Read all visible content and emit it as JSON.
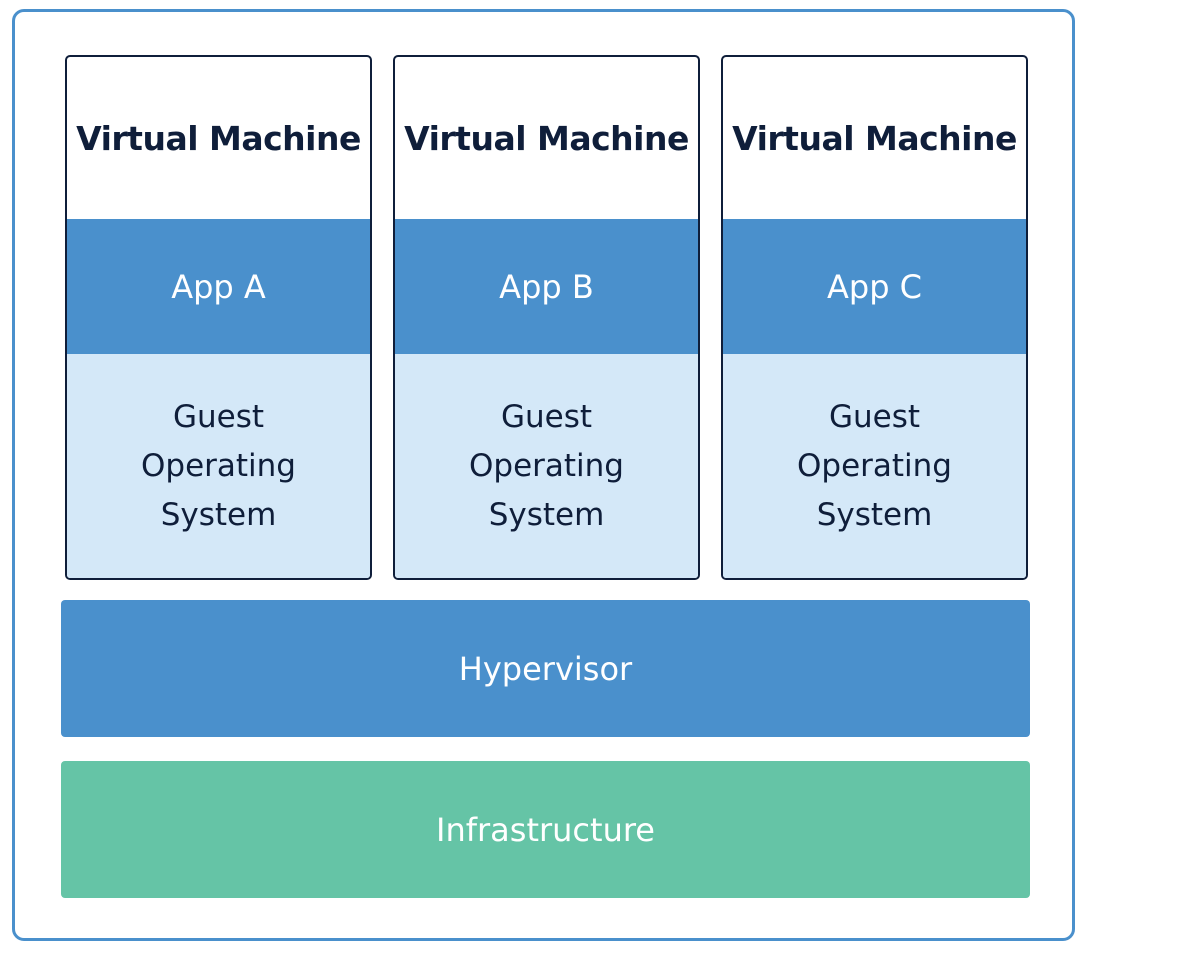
{
  "vms": [
    {
      "title": "Virtual Machine",
      "app": "App A",
      "os": "Guest\nOperating\nSystem"
    },
    {
      "title": "Virtual Machine",
      "app": "App B",
      "os": "Guest\nOperating\nSystem"
    },
    {
      "title": "Virtual Machine",
      "app": "App C",
      "os": "Guest\nOperating\nSystem"
    }
  ],
  "layers": {
    "hypervisor": "Hypervisor",
    "infrastructure": "Infrastructure"
  },
  "colors": {
    "frame": "#4a90cc",
    "app": "#4a90cc",
    "guest_os": "#d4e8f8",
    "hypervisor": "#4a90cc",
    "infrastructure": "#65c4a6",
    "text_dark": "#0f1e3a"
  }
}
